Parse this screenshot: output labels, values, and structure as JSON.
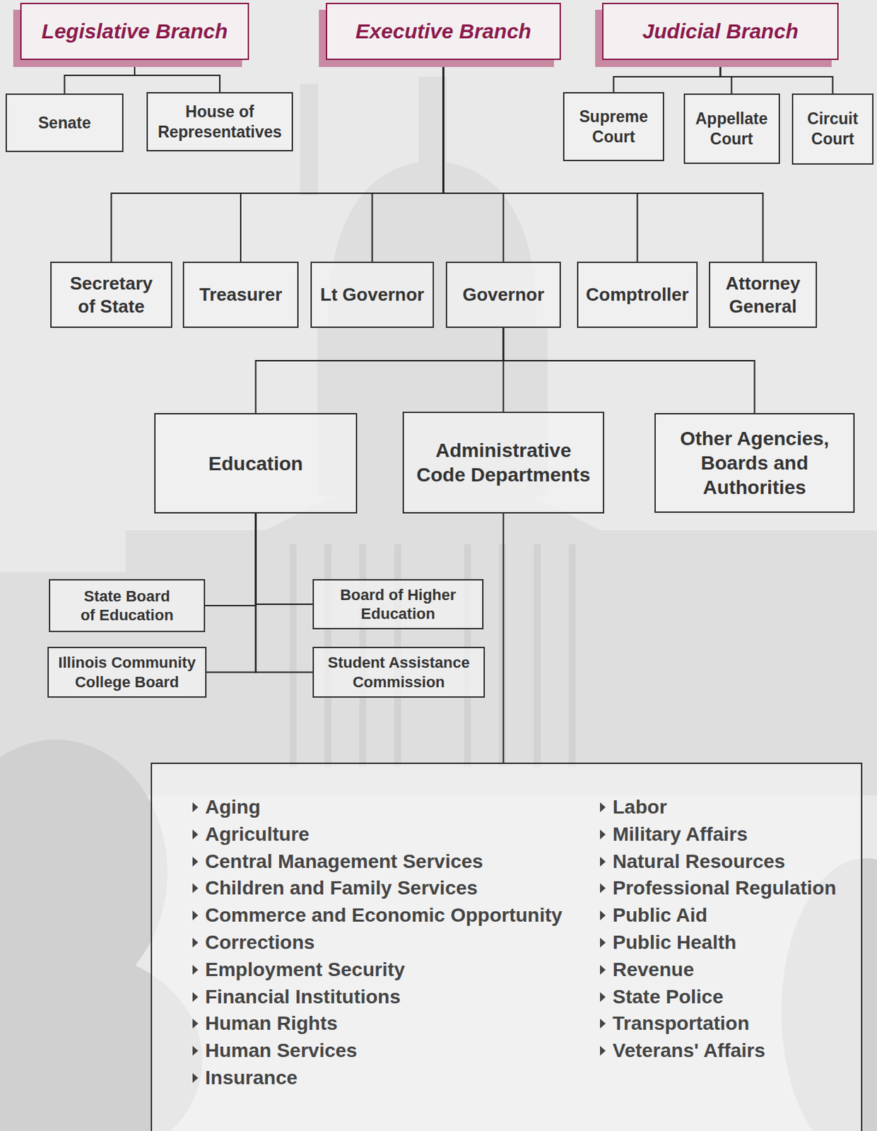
{
  "diagram": {
    "nodes": [
      {
        "text": [
          "Legislative Branch"
        ]
      },
      {
        "text": [
          "Executive Branch"
        ]
      },
      {
        "text": [
          "Judicial Branch"
        ]
      },
      {
        "text": [
          "Senate"
        ]
      },
      {
        "text": [
          "House of Representatives"
        ]
      },
      {
        "text": [
          "Supreme Court"
        ]
      },
      {
        "text": [
          "Appellate Court"
        ]
      },
      {
        "text": [
          "Circuit Court"
        ]
      },
      {
        "text": [
          "Secretary of State"
        ]
      },
      {
        "text": [
          "Treasurer"
        ]
      },
      {
        "text": [
          "Lt Governor"
        ]
      },
      {
        "text": [
          "Governor"
        ]
      },
      {
        "text": [
          "Comptroller"
        ]
      },
      {
        "text": [
          "Attorney General"
        ]
      },
      {
        "text": [
          "Education"
        ]
      },
      {
        "text": [
          "Administrative Code Departments"
        ]
      },
      {
        "text": [
          "Other Agencies, Boards and Authorities"
        ]
      },
      {
        "text": [
          "State Board of Education"
        ]
      },
      {
        "text": [
          "Board of Higher Education"
        ]
      },
      {
        "text": [
          "Illinois Community College Board"
        ]
      },
      {
        "text": [
          "Student Assistance Commission"
        ]
      },
      {
        "text": [
          "Aging",
          "Agriculture",
          "Central Management Services",
          "Children and Family Services",
          "Commerce and Economic Opportunity",
          "Corrections",
          "Employment Security",
          "Financial Institutions",
          "Human Rights",
          "Human Services",
          "Insurance",
          "Labor",
          "Military Affairs",
          "Natural Resources",
          "Professional Regulation",
          "Public Aid",
          "Public Health",
          "Revenue",
          "State Police",
          "Transportation",
          "Veterans' Affairs"
        ]
      }
    ],
    "edges": [
      {
        "from": 0,
        "to": 3,
        "arrow": "none"
      },
      {
        "from": 0,
        "to": 4,
        "arrow": "none"
      },
      {
        "from": 1,
        "to": 8,
        "arrow": "none"
      },
      {
        "from": 1,
        "to": 9,
        "arrow": "none"
      },
      {
        "from": 1,
        "to": 10,
        "arrow": "none"
      },
      {
        "from": 1,
        "to": 11,
        "arrow": "none"
      },
      {
        "from": 1,
        "to": 12,
        "arrow": "none"
      },
      {
        "from": 1,
        "to": 13,
        "arrow": "none"
      },
      {
        "from": 2,
        "to": 5,
        "arrow": "none"
      },
      {
        "from": 2,
        "to": 6,
        "arrow": "none"
      },
      {
        "from": 2,
        "to": 7,
        "arrow": "none"
      },
      {
        "from": 11,
        "to": 14,
        "arrow": "none"
      },
      {
        "from": 11,
        "to": 15,
        "arrow": "none"
      },
      {
        "from": 11,
        "to": 16,
        "arrow": "none"
      },
      {
        "from": 14,
        "to": 17,
        "arrow": "none"
      },
      {
        "from": 14,
        "to": 18,
        "arrow": "none"
      },
      {
        "from": 14,
        "to": 19,
        "arrow": "none"
      },
      {
        "from": 14,
        "to": 20,
        "arrow": "none"
      },
      {
        "from": 15,
        "to": 21,
        "arrow": "none"
      }
    ]
  }
}
